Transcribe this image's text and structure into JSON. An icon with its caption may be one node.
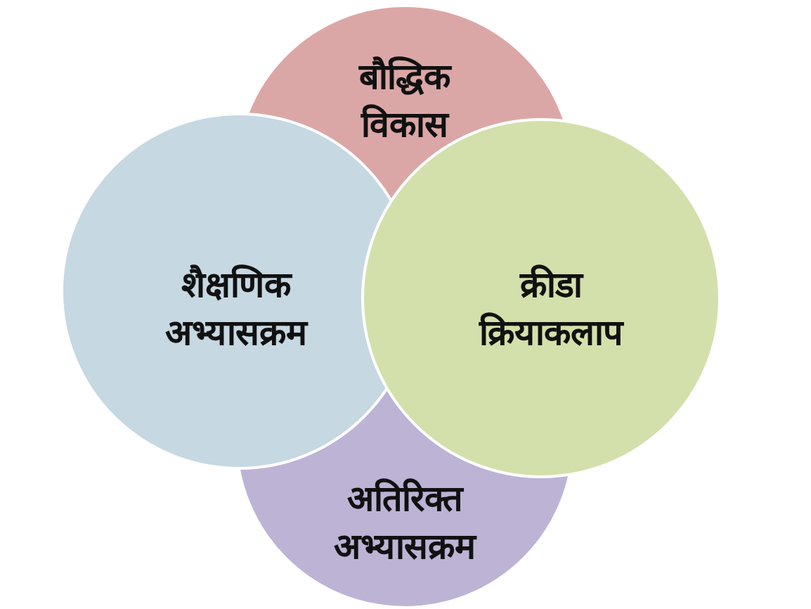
{
  "diagram": {
    "nodes": [
      {
        "text": [
          "बौद्धिक विकास"
        ]
      },
      {
        "text": [
          "अतिरिक्त अभ्यासक्रम"
        ]
      },
      {
        "text": [
          "शैक्षणिक अभ्यासक्रम"
        ]
      },
      {
        "text": [
          "क्रीडा क्रियाकलाप"
        ]
      }
    ]
  }
}
